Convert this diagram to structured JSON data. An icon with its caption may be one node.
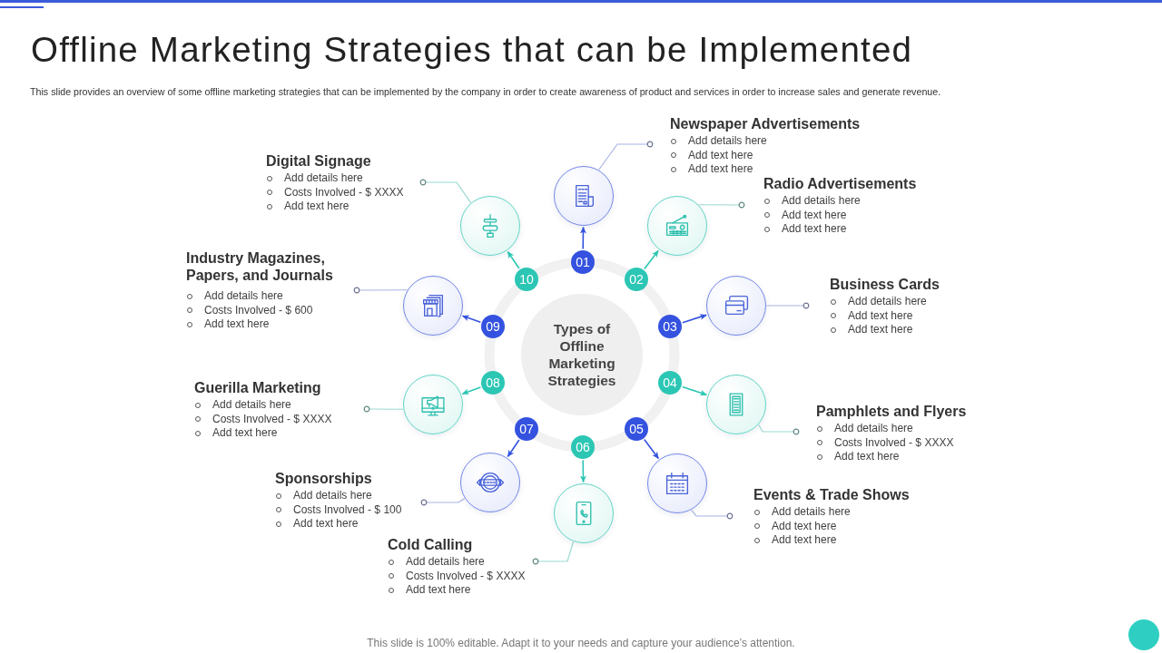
{
  "diagram": {
    "title": "Offline Marketing Strategies that can be Implemented",
    "nodes": [
      {
        "text": [
          "Types of Offline Marketing Strategies"
        ]
      },
      {
        "text": [
          "01"
        ]
      },
      {
        "text": [
          "02"
        ]
      },
      {
        "text": [
          "03"
        ]
      },
      {
        "text": [
          "04"
        ]
      },
      {
        "text": [
          "05"
        ]
      },
      {
        "text": [
          "06"
        ]
      },
      {
        "text": [
          "07"
        ]
      },
      {
        "text": [
          "08"
        ]
      },
      {
        "text": [
          "09"
        ]
      },
      {
        "text": [
          "10"
        ]
      },
      {
        "text": [],
        "shape": "circle"
      },
      {
        "text": [],
        "shape": "circle"
      },
      {
        "text": [],
        "shape": "circle"
      },
      {
        "text": [],
        "shape": "circle"
      },
      {
        "text": [],
        "shape": "circle"
      },
      {
        "text": [],
        "shape": "circle"
      },
      {
        "text": [],
        "shape": "circle"
      },
      {
        "text": [],
        "shape": "circle"
      },
      {
        "text": [],
        "shape": "circle"
      },
      {
        "text": [],
        "shape": "circle"
      },
      {
        "text": [
          "Newspaper Advertisements",
          "Add details here",
          "Add text here",
          "Add text here"
        ]
      },
      {
        "text": [
          "Radio Advertisements",
          "Add details here",
          "Add text here",
          "Add text here"
        ]
      },
      {
        "text": [
          "Business Cards",
          "Add details here",
          "Add text here",
          "Add text here"
        ]
      },
      {
        "text": [
          "Pamphlets and Flyers",
          "Add details here",
          "Costs Involved - $ XXXX",
          "Add text here"
        ]
      },
      {
        "text": [
          "Events & Trade Shows",
          "Add details here",
          "Add text here",
          "Add text here"
        ]
      },
      {
        "text": [
          "Cold Calling",
          "Add details here",
          "Costs Involved - $ XXXX",
          "Add text here"
        ]
      },
      {
        "text": [
          "Sponsorships",
          "Add details here",
          "Costs Involved - $ 100",
          "Add text here"
        ]
      },
      {
        "text": [
          "Guerilla Marketing",
          "Add details here",
          "Costs Involved - $ XXXX",
          "Add text here"
        ]
      },
      {
        "text": [
          "Industry Magazines, Papers, and Journals",
          "Add details here",
          "Costs Involved - $ 600",
          "Add text here"
        ]
      },
      {
        "text": [
          "Digital Signage",
          "Add details here",
          "Costs Involved - $ XXXX",
          "Add text here"
        ]
      }
    ],
    "edges": [
      {
        "from": 1,
        "to": 11,
        "arrow": "to",
        "color": "#3452df"
      },
      {
        "from": 2,
        "to": 12,
        "arrow": "to",
        "color": "#2cc6b4"
      },
      {
        "from": 3,
        "to": 13,
        "arrow": "to",
        "color": "#3452df"
      },
      {
        "from": 4,
        "to": 14,
        "arrow": "to",
        "color": "#2cc6b4"
      },
      {
        "from": 5,
        "to": 15,
        "arrow": "to",
        "color": "#3452df"
      },
      {
        "from": 6,
        "to": 16,
        "arrow": "to",
        "color": "#2cc6b4"
      },
      {
        "from": 7,
        "to": 17,
        "arrow": "to",
        "color": "#3452df"
      },
      {
        "from": 8,
        "to": 18,
        "arrow": "to",
        "color": "#2cc6b4"
      },
      {
        "from": 9,
        "to": 19,
        "arrow": "to",
        "color": "#3452df"
      },
      {
        "from": 10,
        "to": 20,
        "arrow": "to",
        "color": "#2cc6b4"
      },
      {
        "from": 11,
        "to": 21,
        "arrow": "other",
        "color": "#aab4e4"
      },
      {
        "from": 12,
        "to": 22,
        "arrow": "other",
        "color": "#9ad9d0"
      },
      {
        "from": 13,
        "to": 23,
        "arrow": "other",
        "color": "#aab4e4"
      },
      {
        "from": 14,
        "to": 24,
        "arrow": "other",
        "color": "#9ad9d0"
      },
      {
        "from": 15,
        "to": 25,
        "arrow": "other",
        "color": "#aab4e4"
      },
      {
        "from": 16,
        "to": 26,
        "arrow": "other",
        "color": "#9ad9d0"
      },
      {
        "from": 17,
        "to": 27,
        "arrow": "other",
        "color": "#aab4e4"
      },
      {
        "from": 18,
        "to": 28,
        "arrow": "other",
        "color": "#9ad9d0"
      },
      {
        "from": 19,
        "to": 29,
        "arrow": "other",
        "color": "#aab4e4"
      },
      {
        "from": 20,
        "to": 30,
        "arrow": "other",
        "color": "#9ad9d0"
      }
    ],
    "labels": [
      "This slide provides an overview of some offline marketing strategies that can be implemented by the company in order to create awareness of product and services in order to increase sales and generate revenue.",
      "This slide is 100% editable. Adapt it to your needs and capture your audience’s attention."
    ]
  }
}
